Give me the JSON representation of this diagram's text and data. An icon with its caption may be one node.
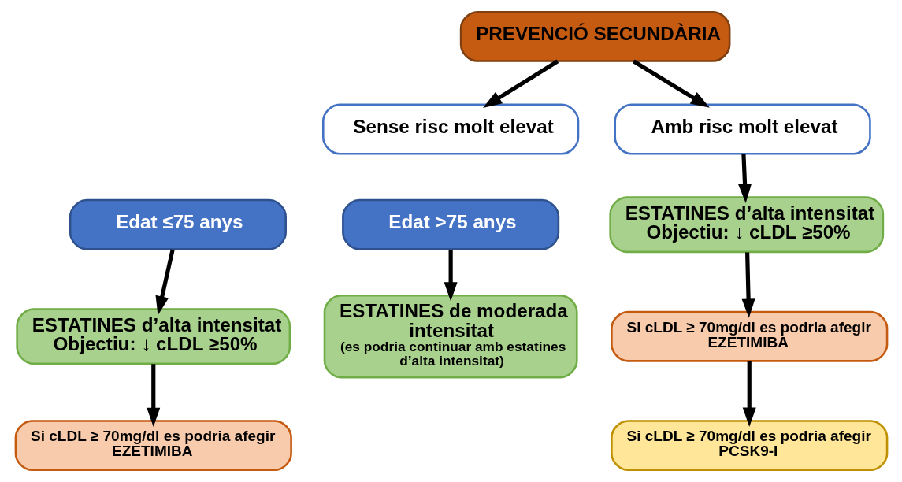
{
  "diagram": {
    "nodes": [
      {
        "text": [
          "PREVENCIÓ SECUNDÀRIA"
        ]
      },
      {
        "text": [
          "Sense risc molt elevat"
        ]
      },
      {
        "text": [
          "Amb risc molt elevat"
        ]
      },
      {
        "text": [
          "Edat ≤75 anys"
        ]
      },
      {
        "text": [
          "Edat >75 anys"
        ]
      },
      {
        "text": [
          "ESTATINES d’alta intensitat",
          "Objectiu: ↓ cLDL ≥50%"
        ]
      },
      {
        "text": [
          "ESTATINES de moderada intensitat",
          "(es podria continuar amb estatines d’alta intensitat)"
        ]
      },
      {
        "text": [
          "Si cLDL ≥ 70mg/dl es podria afegir EZETIMIBA"
        ]
      },
      {
        "text": [
          "ESTATINES d’alta intensitat",
          "Objectiu: ↓ cLDL ≥50%"
        ]
      },
      {
        "text": [
          "Si cLDL ≥ 70mg/dl es podria afegir EZETIMIBA"
        ]
      },
      {
        "text": [
          "Si cLDL ≥ 70mg/dl es podria afegir PCSK9-I"
        ]
      }
    ],
    "edges": [
      {
        "from": 0,
        "to": 1,
        "arrow": "to"
      },
      {
        "from": 0,
        "to": 2,
        "arrow": "to"
      },
      {
        "from": 3,
        "to": 5,
        "arrow": "to"
      },
      {
        "from": 4,
        "to": 6,
        "arrow": "to"
      },
      {
        "from": 5,
        "to": 7,
        "arrow": "to"
      },
      {
        "from": 2,
        "to": 8,
        "arrow": "to"
      },
      {
        "from": 8,
        "to": 9,
        "arrow": "to"
      },
      {
        "from": 9,
        "to": 10,
        "arrow": "to"
      }
    ]
  }
}
